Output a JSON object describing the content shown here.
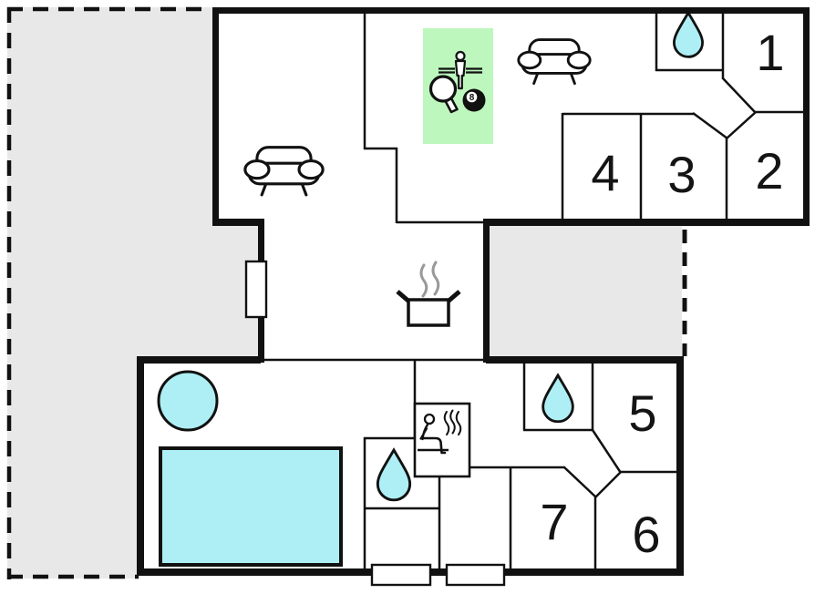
{
  "floorplan": {
    "room_labels": [
      "1",
      "2",
      "3",
      "4",
      "5",
      "6",
      "7"
    ],
    "billiard_ball_label": "8",
    "colors": {
      "water_feature": "#aeeff5",
      "activity_area": "#bdf7bd",
      "terrace": "#e8e8e8",
      "wall": "#111111",
      "steam": "#999999",
      "background": "#ffffff"
    },
    "icons": [
      "water-drop",
      "sofa",
      "foosball-player",
      "table-tennis-paddle",
      "billiard-ball",
      "cooking-pot",
      "sauna-person",
      "hot-tub",
      "swimming-pool",
      "door-marker"
    ],
    "counts": {
      "water_drop_icons": 3,
      "sofa_icons": 2,
      "door_markers": 3
    }
  }
}
